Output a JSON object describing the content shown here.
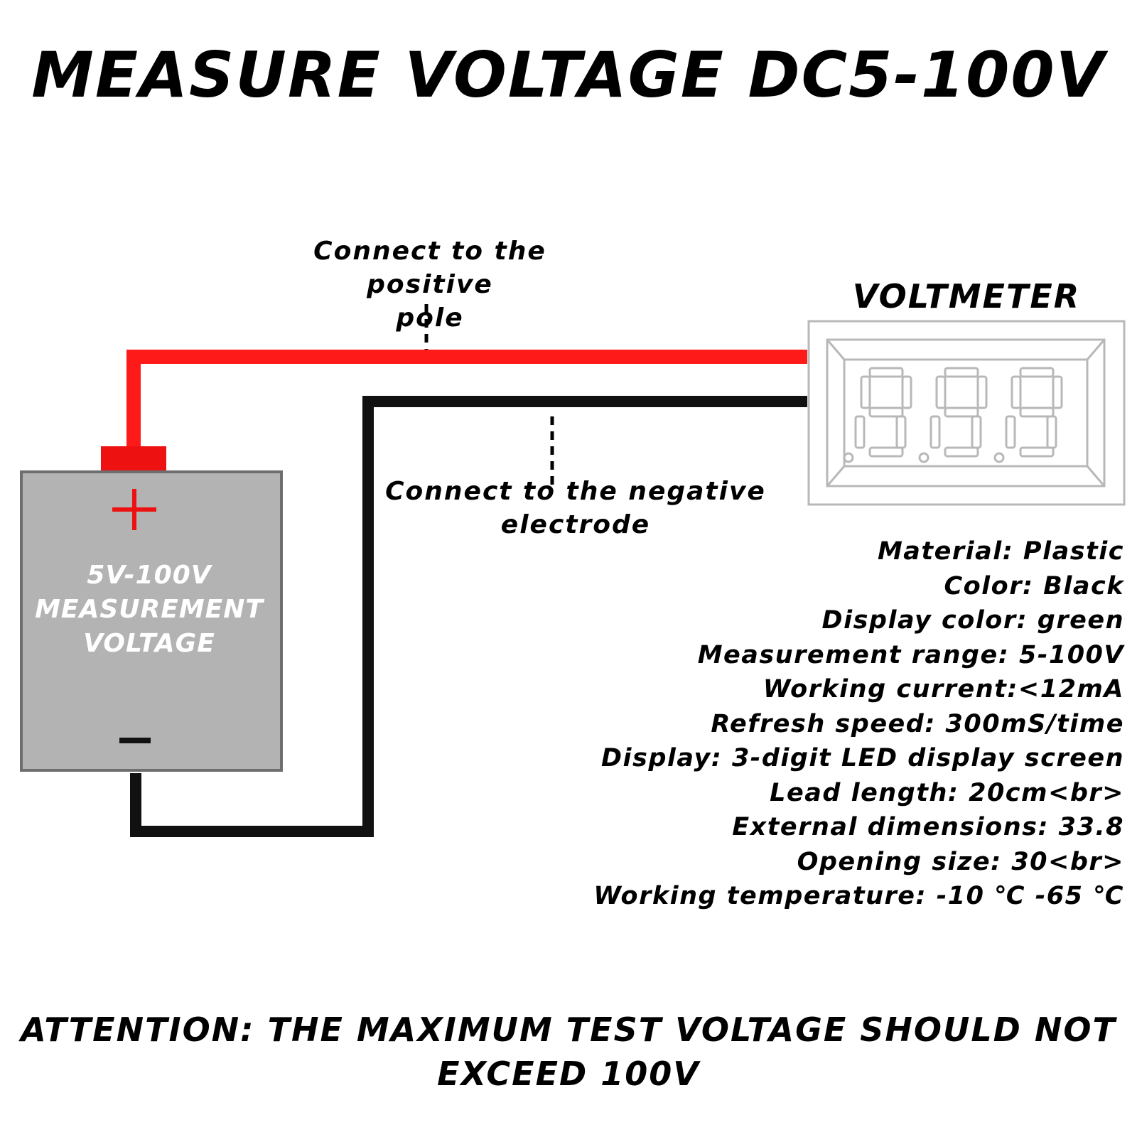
{
  "title": "MEASURE VOLTAGE DC5-100V",
  "positive_label": [
    "Connect to the positive",
    "pole"
  ],
  "negative_label": [
    "Connect to the negative",
    "electrode"
  ],
  "voltmeter_label": "VOLTMETER",
  "battery": {
    "plus_symbol": "+",
    "minus_symbol": "−",
    "lines": [
      "5V-100V",
      "MEASUREMENT",
      "VOLTAGE"
    ]
  },
  "specs": [
    "Material: Plastic",
    "Color: Black",
    "Display color: green",
    "Measurement range: 5-100V",
    "Working current:<12mA",
    "Refresh speed: 300mS/time",
    "Display: 3-digit LED display screen",
    "Lead length: 20cm<br>",
    "External dimensions: 33.8",
    "Opening size: 30<br>",
    "Working temperature: -10 ℃ -65 ℃"
  ],
  "attention": [
    "ATTENTION: THE MAXIMUM TEST VOLTAGE SHOULD NOT",
    "EXCEED 100V"
  ],
  "colors": {
    "positive_wire": "#ff1a1a",
    "negative_wire": "#111111",
    "battery_body": "#b3b3b3",
    "battery_border": "#6e6e6e",
    "terminal": "#ee1111",
    "meter_outline": "#b8b8b8"
  }
}
